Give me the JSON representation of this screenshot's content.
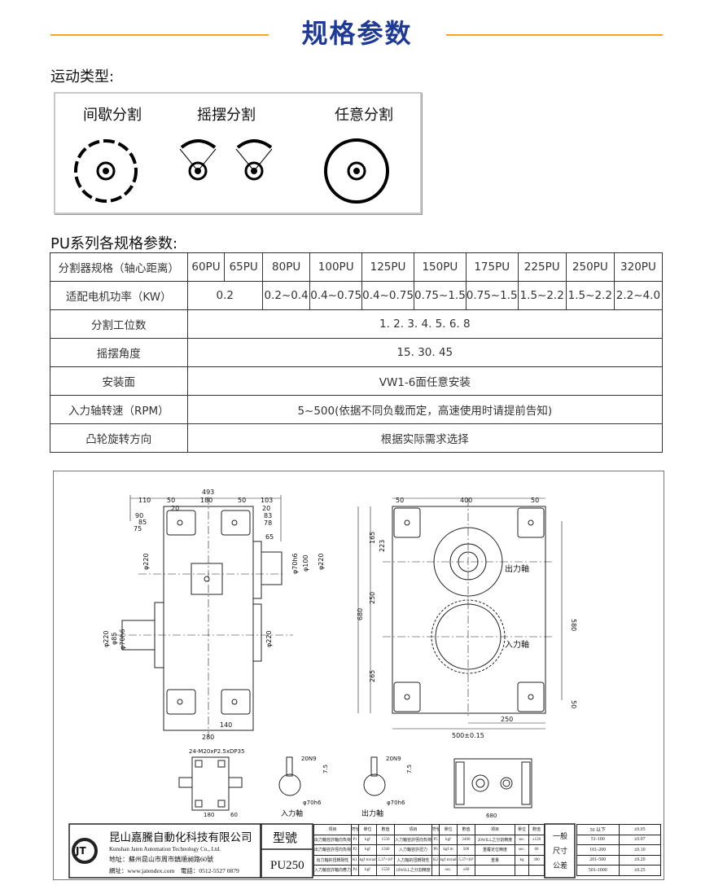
{
  "header": {
    "title": "规格参数",
    "accent": "#f5a623",
    "title_color": "#1e3a96"
  },
  "motion": {
    "label": "运动类型:",
    "types": [
      "间歇分割",
      "摇摆分割",
      "任意分割"
    ]
  },
  "spec": {
    "label": "PU系列各规格参数:",
    "row_labels": [
      "分割器规格（轴心距离）",
      "适配电机功率（KW）",
      "分割工位数",
      "摇摆角度",
      "安装面",
      "入力轴转速（RPM）",
      "凸轮旋转方向"
    ],
    "models": [
      "60PU",
      "65PU",
      "80PU",
      "100PU",
      "125PU",
      "150PU",
      "175PU",
      "225PU",
      "250PU",
      "320PU"
    ],
    "power": [
      "0.2",
      "0.2~0.4",
      "0.4~0.75",
      "0.4~0.75",
      "0.75~1.5",
      "0.75~1.5",
      "1.5~2.2",
      "1.5~2.2",
      "2.2~4.0"
    ],
    "stations": "1. 2. 3. 4. 5. 6. 8",
    "swing": "15. 30. 45",
    "mount": "VW1-6面任意安装",
    "speed": "5~500(依据不同负载而定，高速使用时请提前告知)",
    "direction": "根据实际需求选择"
  },
  "drawing": {
    "dims": [
      "493",
      "110",
      "50",
      "180",
      "50",
      "103",
      "20",
      "20",
      "90",
      "85",
      "75",
      "83",
      "78",
      "65",
      "φ70h6",
      "φ100",
      "φ220",
      "φ220",
      "φ220",
      "φ85",
      "φ70h6",
      "φ220",
      "140",
      "280",
      "50",
      "400",
      "50",
      "165",
      "223",
      "250",
      "265",
      "680",
      "580",
      "50",
      "250",
      "500±0.15",
      "出力軸",
      "入力軸",
      "24-M20xP2.5xDP35",
      "180",
      "60",
      "20N9",
      "7.5",
      "φ70h6",
      "入力軸",
      "20N9",
      "7.5",
      "φ70h6",
      "出力軸",
      "680"
    ]
  },
  "title_block": {
    "company": "昆山嘉騰自動化科技有限公司",
    "company_en": "Kunshan Jaten Automation Technology Co., Ltd.",
    "address": "地址：蘇州昆山市周市鎮順昶路60號",
    "web": "網址：www.jatendex.com　電話：0512-5527 0879",
    "model_label": "型號",
    "model": "PU250",
    "params_header": [
      "項目",
      "符號",
      "單位",
      "數值",
      "項目",
      "符號",
      "單位",
      "數值",
      "項目",
      "單位",
      "數值"
    ],
    "params": [
      [
        "出力軸容許軸向負荷",
        "P1",
        "kgf",
        "1550",
        "入力軸容許徑向負荷",
        "P5",
        "kgf",
        "2400",
        "20WILL之分割精度",
        "sec.",
        "±120"
      ],
      [
        "出力軸容許徑向負荷",
        "P2",
        "kgf",
        "1560",
        "入力軸容許扭力",
        "P6",
        "kgf·m",
        "500",
        "重覆定位精度",
        "sec.",
        "60"
      ],
      [
        "出力軸的扭轉剛性",
        "K1",
        "kgf·m/rad",
        "5.37×10⁵",
        "入力軸的扭轉剛性",
        "K2",
        "kgf·m/rad",
        "5.37×10⁵",
        "重量",
        "kg",
        "390"
      ],
      [
        "入力軸容許軸向應力",
        "P4",
        "kgf",
        "1550",
        "10WILL之分割精度",
        "",
        "sec.",
        "±60",
        "",
        "",
        ""
      ]
    ],
    "tolerance_label": [
      "一般",
      "尺寸",
      "公差"
    ],
    "tolerances": [
      [
        "50 以下",
        "±0.05"
      ],
      [
        "51-100",
        "±0.07"
      ],
      [
        "101-200",
        "±0.10"
      ],
      [
        "201-500",
        "±0.20"
      ],
      [
        "501-1000",
        "±0.25"
      ]
    ]
  }
}
